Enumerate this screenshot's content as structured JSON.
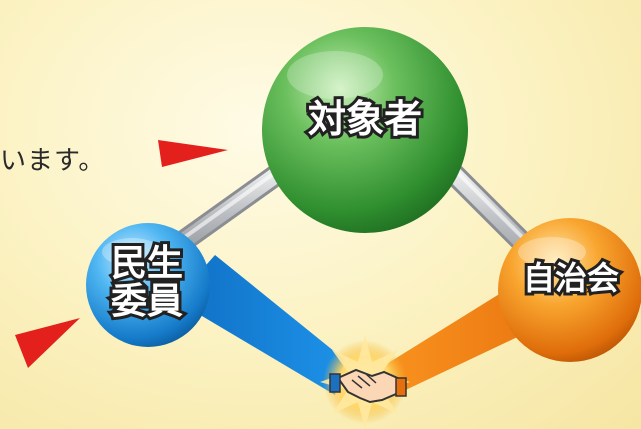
{
  "caption": "います。",
  "nodes": {
    "target": {
      "label": "対象者",
      "color": "#3f9e3a"
    },
    "minsei": {
      "line1": "民生",
      "line2": "委員",
      "color": "#1e8fdc"
    },
    "jichi": {
      "label": "自治会",
      "color": "#ef8a10"
    }
  },
  "icons": {
    "handshake": "handshake-icon",
    "pointer": "red-triangle-pointer"
  }
}
